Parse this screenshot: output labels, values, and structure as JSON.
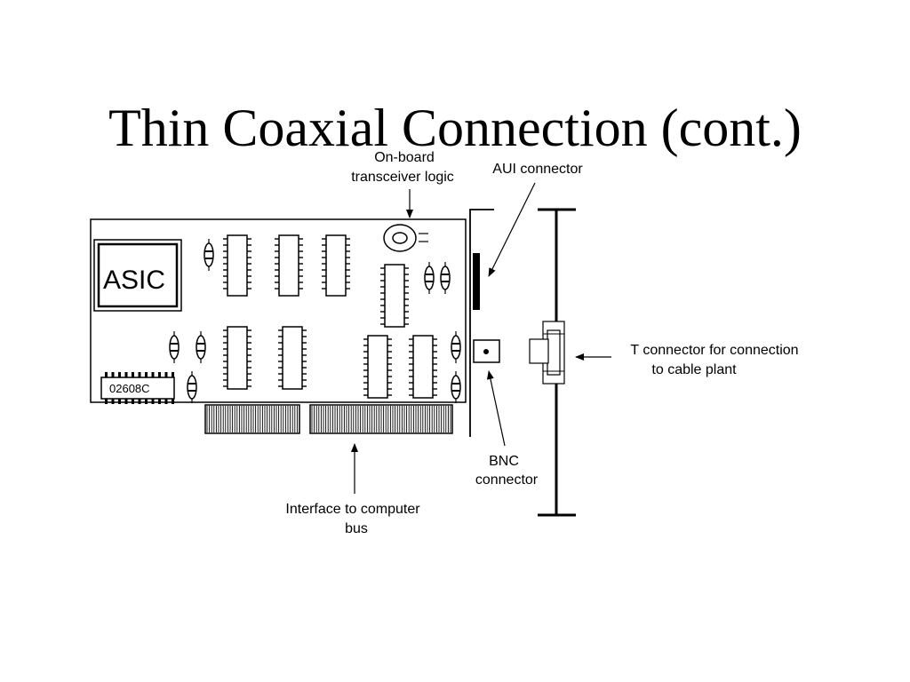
{
  "slide": {
    "title": "Thin Coaxial Connection (cont.)"
  },
  "diagram": {
    "asic_label": "ASIC",
    "chip_code": "02608C",
    "labels": {
      "transceiver": [
        "On-board",
        "transceiver logic"
      ],
      "aui": [
        "AUI connector"
      ],
      "t_connector": [
        "T connector for connection",
        "to cable plant"
      ],
      "bnc": [
        "BNC",
        "connector"
      ],
      "bus_interface": [
        "Interface to computer",
        "bus"
      ]
    }
  }
}
